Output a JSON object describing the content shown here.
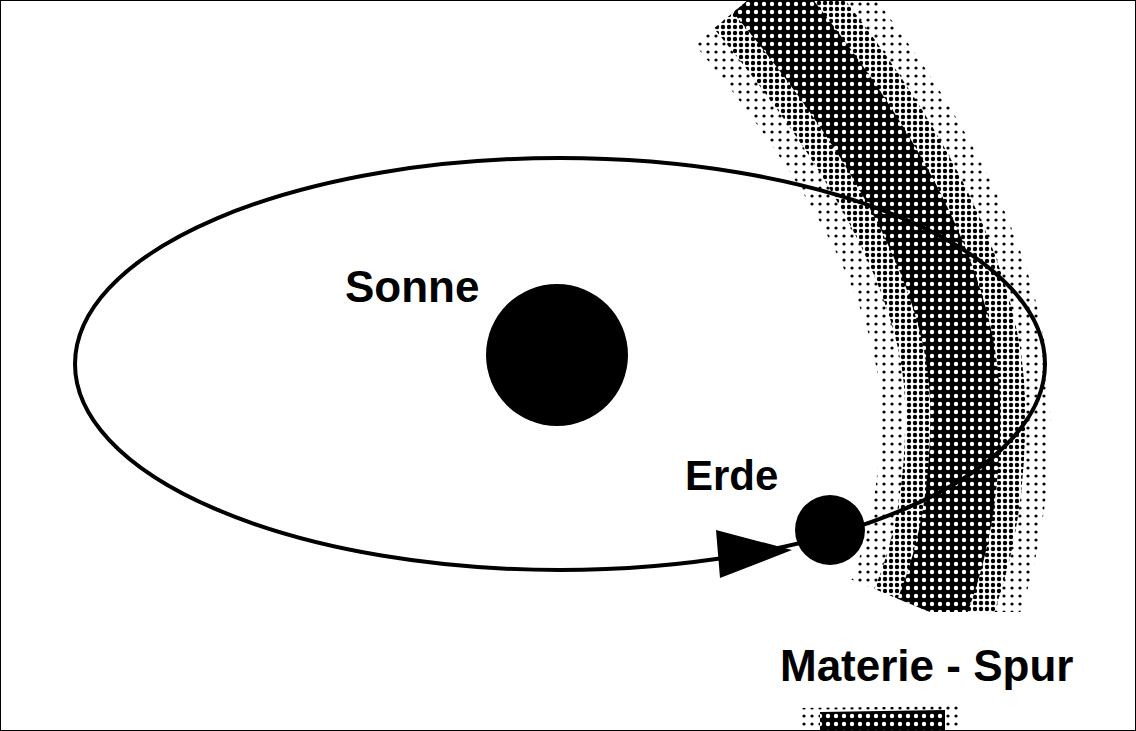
{
  "diagram": {
    "nodes": [
      {
        "text": [
          "Sonne"
        ]
      },
      {
        "text": [
          "Erde"
        ]
      },
      {
        "text": [
          "Materie - Spur"
        ]
      }
    ]
  }
}
